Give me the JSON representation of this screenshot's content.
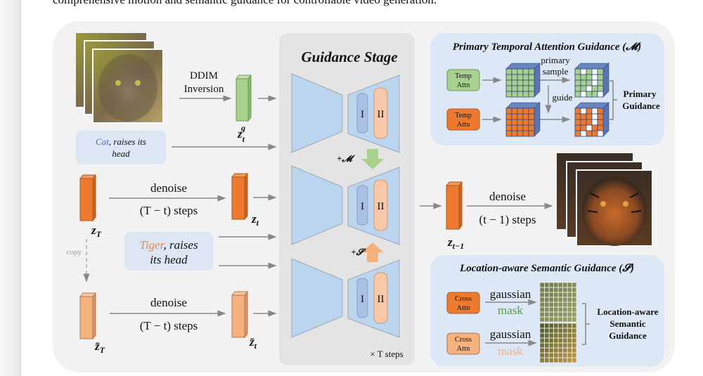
{
  "caption": "comprehensive motion and semantic guidance for controllable video generation.",
  "left": {
    "ddim_line1": "DDIM",
    "ddim_line2": "Inversion",
    "zg_label": "z",
    "zg_sub": "t",
    "zg_sup": "g",
    "cat_prompt": {
      "subject": "Cat",
      "rest1": ", raises its",
      "rest2": "head"
    },
    "tiger_prompt": {
      "subject": "Tiger",
      "rest1": ", raises",
      "rest2": "its head"
    },
    "denoise": "denoise",
    "steps": "(T − t) steps",
    "zT": "z",
    "zT_sub": "T",
    "zt": "z",
    "zt_sub": "t",
    "zbarT": "z̄",
    "zbarT_sub": "T",
    "zbart": "z̄",
    "zbart_sub": "t",
    "copy": "copy"
  },
  "guidance_stage": {
    "title": "Guidance Stage",
    "block_I": "I",
    "block_II": "II",
    "plus_M": "+𝓜",
    "plus_S": "+𝓢",
    "repeat": "× T steps"
  },
  "output": {
    "denoise": "denoise",
    "steps": "(t − 1) steps",
    "z": "z",
    "z_sub": "t−1"
  },
  "primary_panel": {
    "title": "Primary Temporal Attention Guidance (𝓜)",
    "temp_attn_line1": "Temp",
    "temp_attn_line2": "Attn",
    "primary_line1": "primary",
    "primary_line2": "sample",
    "guide": "guide",
    "result_line1": "Primary",
    "result_line2": "Guidance"
  },
  "semantic_panel": {
    "title": "Location-aware Semantic Guidance (𝓢)",
    "cross_line1": "Cross",
    "cross_line2": "Attn",
    "gaussian": "gaussian",
    "mask": "mask",
    "result_line1": "Location-aware",
    "result_line2": "Semantic",
    "result_line3": "Guidance"
  },
  "colors": {
    "panel_bg": "#f2f2f2",
    "stage_bg": "#e4e4e4",
    "blue_panel": "#dce8f5",
    "unet_blue": "#bcd5ee",
    "orange_dark": "#ee7a30",
    "orange_light": "#f5b27f",
    "green": "#a9d18e",
    "cat_text": "#4a72c4",
    "tiger_text": "#e8864e",
    "mask_green": "#5a9a4a",
    "mask_orange": "#f0b08a"
  }
}
